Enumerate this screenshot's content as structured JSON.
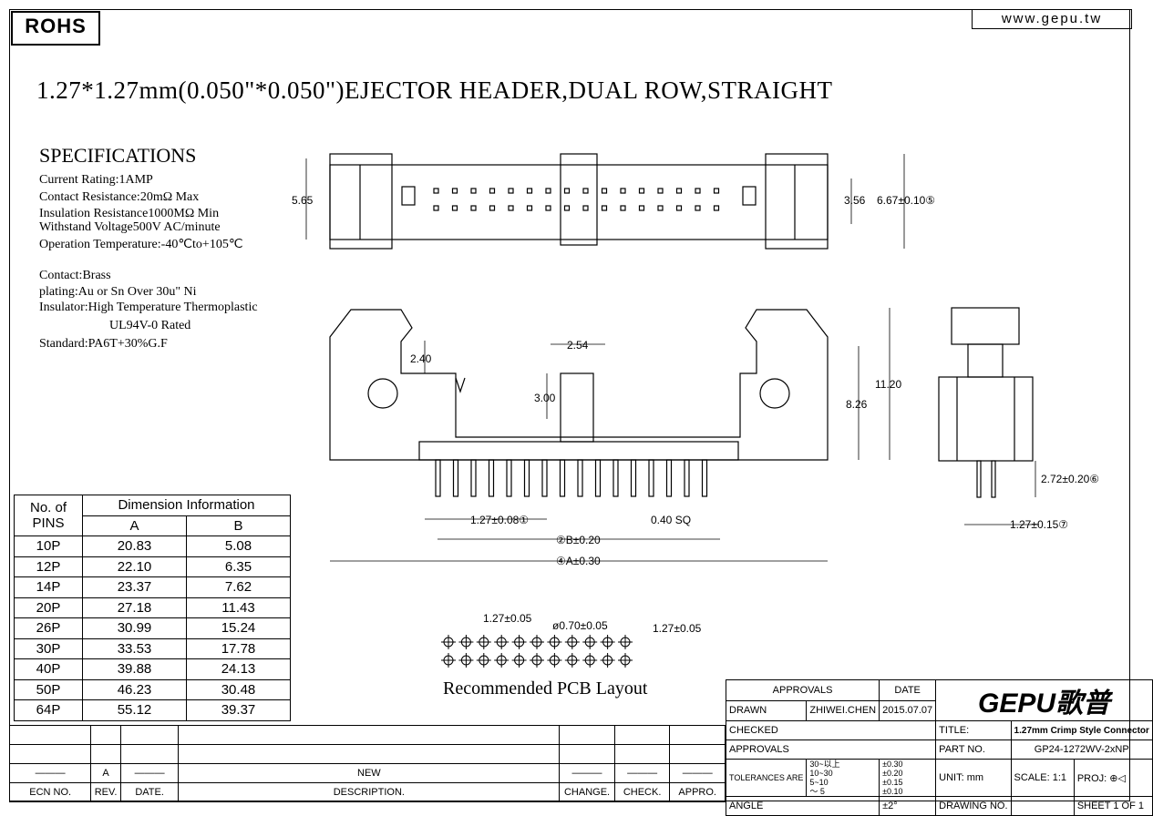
{
  "header": {
    "rohs": "ROHS",
    "url": "www.gepu.tw"
  },
  "title": "1.27*1.27mm(0.050\"*0.050\")EJECTOR HEADER,DUAL ROW,STRAIGHT",
  "specifications": {
    "heading": "SPECIFICATIONS",
    "lines": [
      {
        "label": "Current Rating:",
        "value": "1AMP"
      },
      {
        "label": "Contact Resistance:",
        "value": "20mΩ Max"
      },
      {
        "label": "Insulation Resistance",
        "value": "1000MΩ Min"
      },
      {
        "label": "Withstand Voltage",
        "value": "500V AC/minute"
      },
      {
        "label": "Operation Temperature:",
        "value": "-40℃to+105℃"
      },
      {
        "label": "Contact:",
        "value": "Brass"
      },
      {
        "label": "plating:",
        "value": "Au or Sn Over 30u\" Ni"
      },
      {
        "label": "Insulator:",
        "value": "High Temperature Thermoplastic"
      },
      {
        "label": "",
        "value": "UL94V-0 Rated"
      },
      {
        "label": "Standard:",
        "value": "PA6T+30%G.F"
      }
    ]
  },
  "dimension_table": {
    "header_pins": [
      "No. of",
      "PINS"
    ],
    "header_info": "Dimension Information",
    "col_a": "A",
    "col_b": "B",
    "rows": [
      {
        "pins": "10P",
        "a": "20.83",
        "b": "5.08"
      },
      {
        "pins": "12P",
        "a": "22.10",
        "b": "6.35"
      },
      {
        "pins": "14P",
        "a": "23.37",
        "b": "7.62"
      },
      {
        "pins": "20P",
        "a": "27.18",
        "b": "11.43"
      },
      {
        "pins": "26P",
        "a": "30.99",
        "b": "15.24"
      },
      {
        "pins": "30P",
        "a": "33.53",
        "b": "17.78"
      },
      {
        "pins": "40P",
        "a": "39.88",
        "b": "24.13"
      },
      {
        "pins": "50P",
        "a": "46.23",
        "b": "30.48"
      },
      {
        "pins": "64P",
        "a": "55.12",
        "b": "39.37"
      }
    ]
  },
  "drawing_dims": {
    "top_height": "5.65",
    "top_inner": "3.56",
    "top_total": "6.67±0.10⑤",
    "ejector_gap": "2.40",
    "pitch_row": "2.54",
    "pin_above": "3.00",
    "body_height": "8.26",
    "total_height": "11.20",
    "pitch": "1.27±0.08①",
    "pin_sq": "0.40 SQ",
    "dim_b": "②B±0.20",
    "dim_a": "④A±0.30",
    "side_pin": "2.72±0.20⑥",
    "side_pitch": "1.27±0.15⑦",
    "pcb_pitch": "1.27±0.05",
    "pcb_hole": "ø0.70±0.05",
    "pcb_row": "1.27±0.05",
    "pcb_caption": "Recommended PCB Layout",
    "pin_count_per_row": 16,
    "pcb_holes_per_row": 11
  },
  "title_block": {
    "approvals": "APPROVALS",
    "date": "DATE",
    "drawn": "DRAWN",
    "drawn_by": "ZHIWEI.CHEN",
    "drawn_date": "2015.07.07",
    "checked": "CHECKED",
    "approvals2": "APPROVALS",
    "tolerances": "TOLERANCES ARE",
    "tol_rows": [
      {
        "range": "30~以上",
        "tol": "±0.30"
      },
      {
        "range": "10~30",
        "tol": "±0.20"
      },
      {
        "range": "5~10",
        "tol": "±0.15"
      },
      {
        "range": "～ 5",
        "tol": "±0.10"
      }
    ],
    "angle": "ANGLE",
    "angle_tol": "±2°",
    "logo": "GEPU歌普",
    "title_label": "TITLE:",
    "title_value": "1.27mm Crimp Style Connector",
    "part_label": "PART NO.",
    "part_value": "GP24-1272WV-2xNP",
    "unit": "UNIT: mm",
    "scale": "SCALE: 1:1",
    "proj": "PROJ:",
    "drawing_no": "DRAWING NO.",
    "sheet": "SHEET 1 OF 1"
  },
  "revision_block": {
    "rev_a": "A",
    "new": "NEW",
    "ecn": "ECN NO.",
    "rev": "REV.",
    "date": "DATE.",
    "description": "DESCRIPTION.",
    "change": "CHANGE.",
    "check": "CHECK.",
    "appro": "APPRO."
  }
}
